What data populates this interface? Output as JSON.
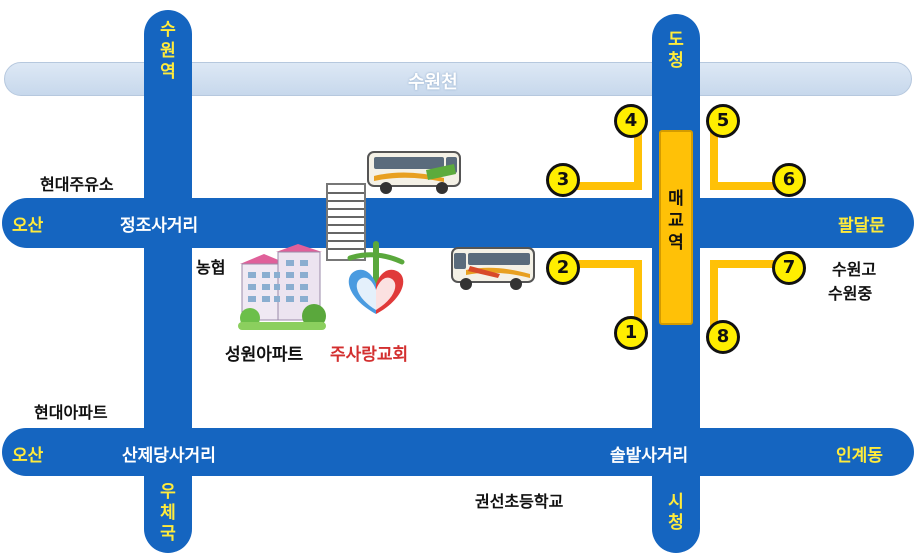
{
  "river": {
    "label": "수원천"
  },
  "roads": {
    "upper": {
      "label": "정조사거리",
      "west_destination": "오산",
      "east_destination": "팔달문"
    },
    "lower": {
      "west_label": "산제당사거리",
      "east_label": "솔밭사거리",
      "west_destination": "오산",
      "east_destination": "인계동"
    },
    "left_vertical": {
      "top_destination": [
        "수",
        "원",
        "역"
      ],
      "bottom_destination": [
        "우",
        "체",
        "국"
      ]
    },
    "right_vertical": {
      "top_destination": [
        "도",
        "청"
      ],
      "bottom_destination": [
        "시",
        "청"
      ]
    }
  },
  "station": {
    "name": [
      "매",
      "교",
      "역"
    ]
  },
  "exits": [
    "1",
    "2",
    "3",
    "4",
    "5",
    "6",
    "7",
    "8"
  ],
  "places": {
    "gas_station": "현대주유소",
    "bank": "농협",
    "apartment": "성원아파트",
    "church": "주사랑교회",
    "apartment2": "현대아파트",
    "school": "권선초등학교",
    "schools_east": [
      "수원고",
      "수원중"
    ]
  },
  "colors": {
    "road": "#1565c0",
    "destination_text": "#ffeb3b",
    "exit_marker": "#ffee00",
    "church_text": "#d32f2f"
  },
  "icons": [
    "bus-icon",
    "apartment-building-icon",
    "church-logo-icon",
    "crosswalk-icon"
  ]
}
